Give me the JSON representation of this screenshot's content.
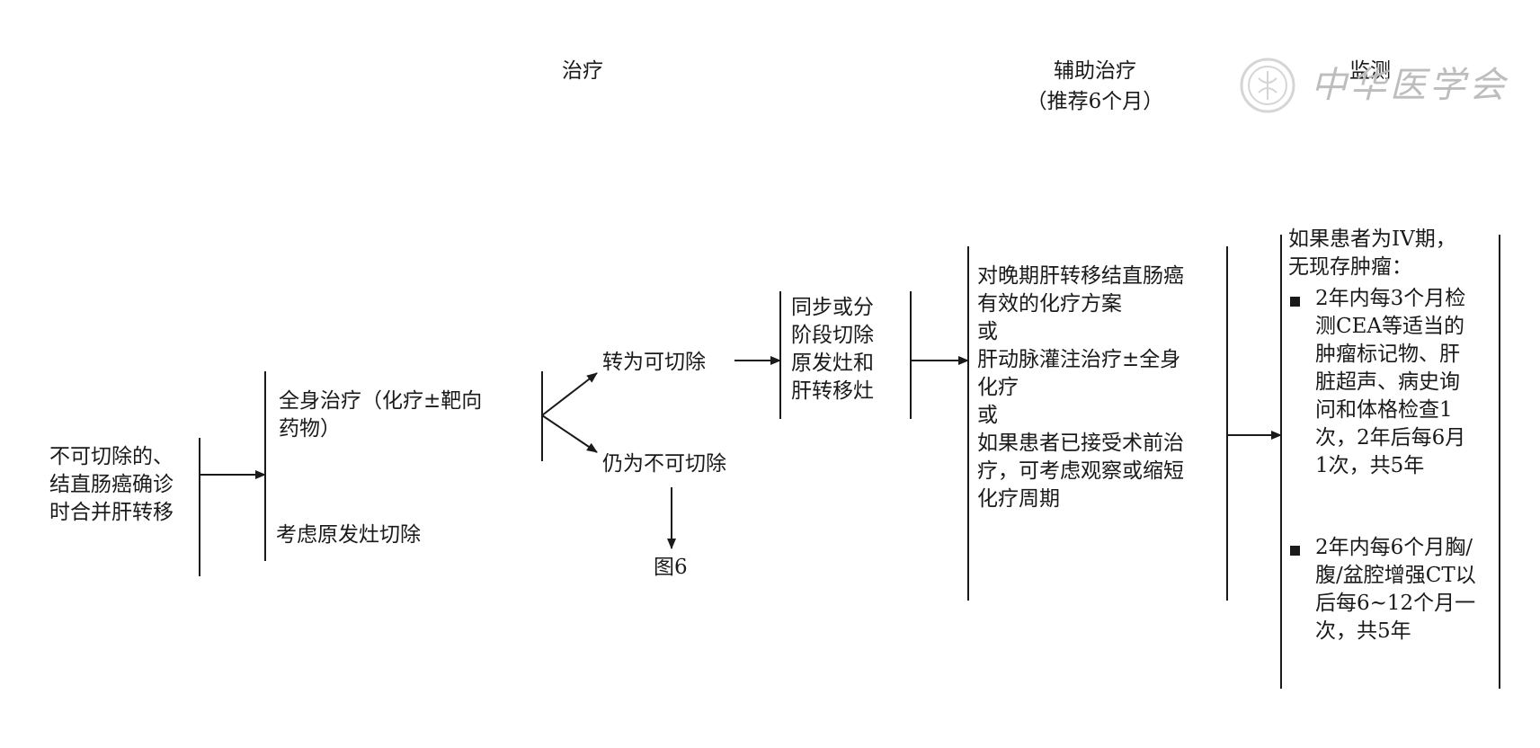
{
  "headers": {
    "treatment": "治疗",
    "adjuvant_title": "辅助治疗",
    "adjuvant_note": "（推荐6个月）",
    "monitoring": "监测"
  },
  "watermark": {
    "text": "中华医学会",
    "icon": "association-seal-icon"
  },
  "nodes": {
    "start": [
      "不可切除的、",
      "结直肠癌确诊",
      "时合并肝转移"
    ],
    "systemic": [
      "全身治疗（化疗±靶向",
      "药物）"
    ],
    "primary_resection": "考虑原发灶切除",
    "resectable": "转为可切除",
    "unresectable": "仍为不可切除",
    "figure_ref": "图6",
    "staged_resection": [
      "同步或分",
      "阶段切除",
      "原发灶和",
      "肝转移灶"
    ],
    "adjuvant_options": [
      "对晚期肝转移结直肠癌",
      "有效的化疗方案",
      "或",
      "肝动脉灌注治疗±全身",
      "化疗",
      "或",
      "如果患者已接受术前治",
      "疗，可考虑观察或缩短",
      "化疗周期"
    ],
    "monitoring": {
      "intro": [
        "如果患者为IV期，",
        "无现存肿瘤："
      ],
      "bullets": [
        [
          "2年内每3个月检",
          "测CEA等适当的",
          "肿瘤标记物、肝",
          "脏超声、病史询",
          "问和体格检查1",
          "次，2年后每6月",
          "1次，共5年"
        ],
        [
          "2年内每6个月胸/",
          "腹/盆腔增强CT以",
          "后每6~12个月一",
          "次，共5年"
        ]
      ]
    }
  }
}
